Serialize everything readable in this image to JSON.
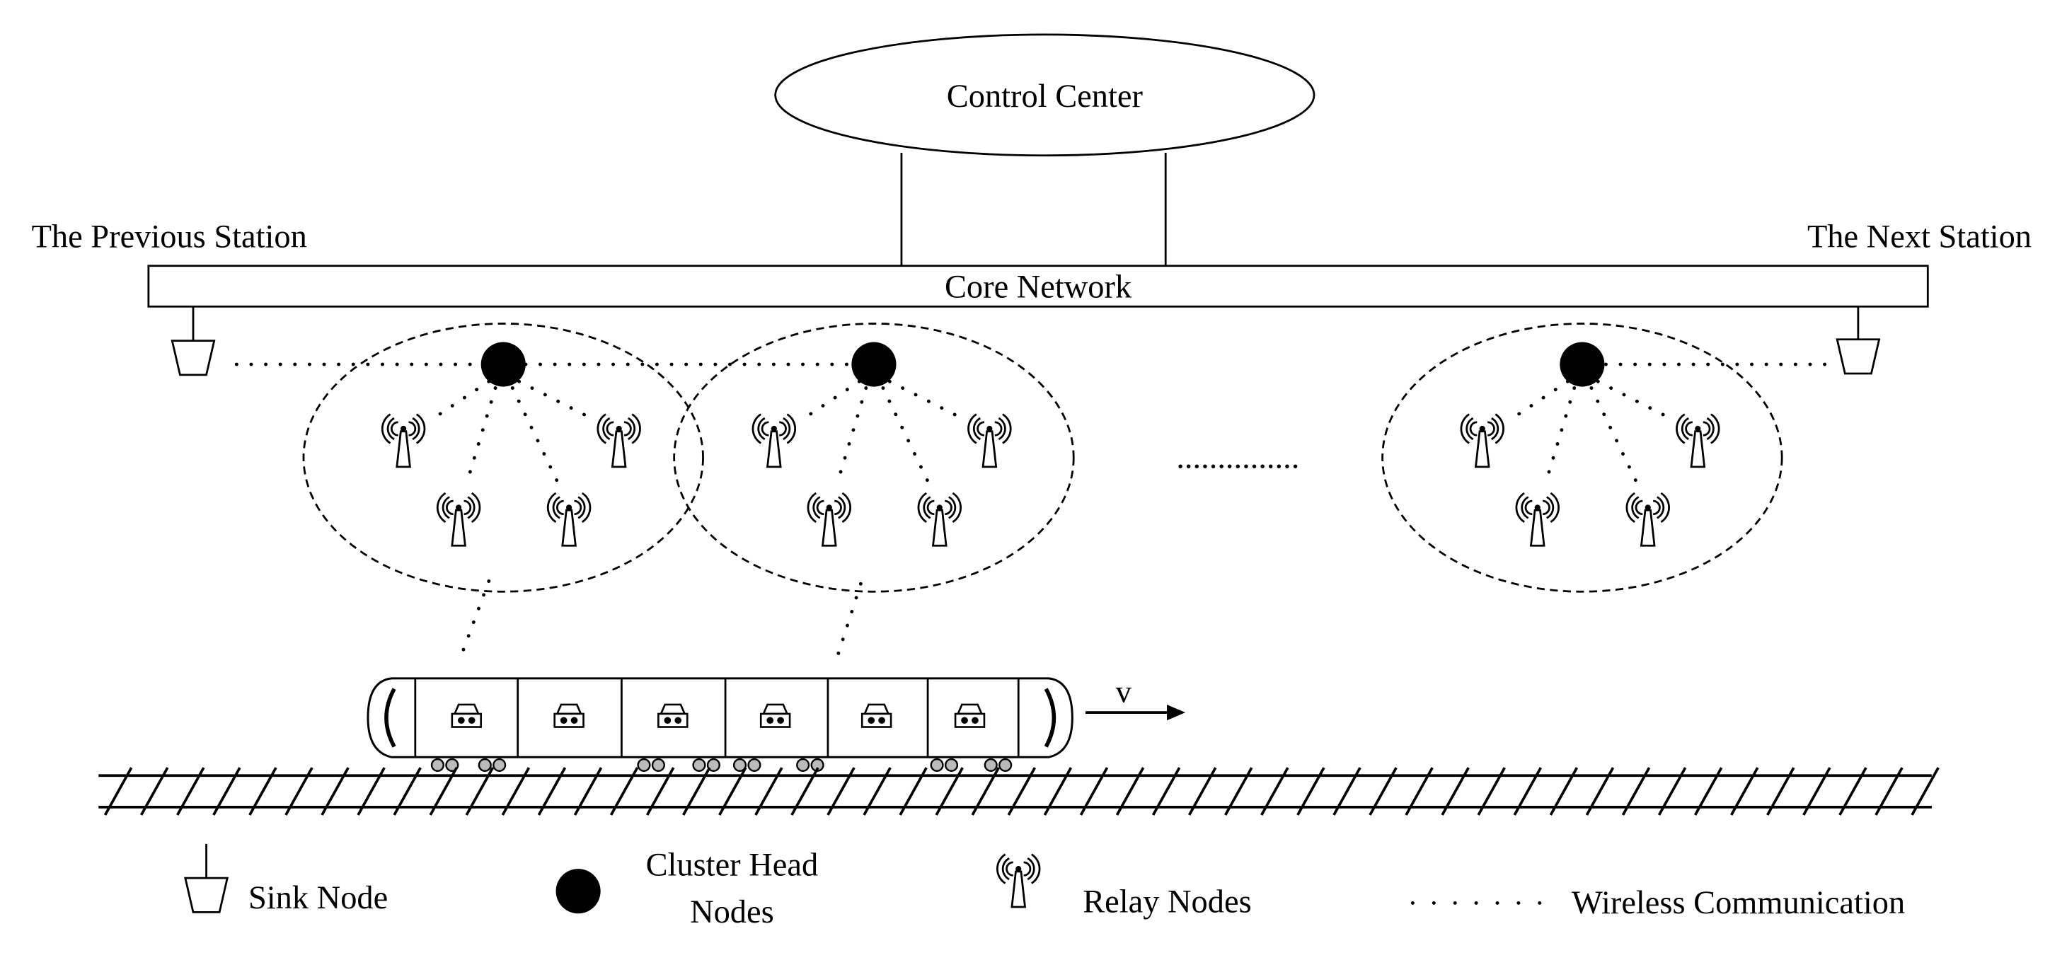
{
  "control_center": "Control Center",
  "core_network": "Core Network",
  "previous_station": "The Previous Station",
  "next_station": "The Next Station",
  "gap_ellipsis": "...............",
  "velocity_label": "v",
  "legend": {
    "sink": "Sink Node",
    "cluster_line1": "Cluster Head",
    "cluster_line2": "Nodes",
    "relay": "Relay Nodes",
    "wireless": "Wireless Communication"
  }
}
